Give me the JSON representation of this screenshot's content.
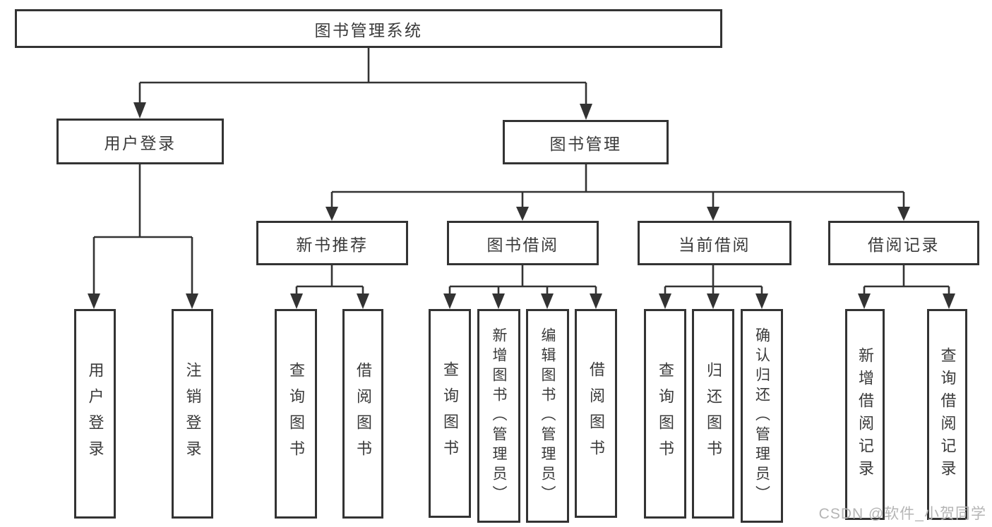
{
  "diagram": {
    "root": "图书管理系统",
    "branches": [
      {
        "label": "用户登录",
        "children": [
          "用户登录",
          "注销登录"
        ]
      },
      {
        "label": "图书管理",
        "children": [
          {
            "label": "新书推荐",
            "children": [
              "查询图书",
              "借阅图书"
            ]
          },
          {
            "label": "图书借阅",
            "children": [
              "查询图书",
              "新增图书（管理员）",
              "编辑图书（管理员）",
              "借阅图书"
            ]
          },
          {
            "label": "当前借阅",
            "children": [
              "查询图书",
              "归还图书",
              "确认归还（管理员）"
            ]
          },
          {
            "label": "借阅记录",
            "children": [
              "新增借阅记录",
              "查询借阅记录"
            ]
          }
        ]
      }
    ]
  },
  "watermark": {
    "text": "CSDN @软件_小贺同学"
  },
  "colors": {
    "line": "#333333",
    "text": "#3a3a3a",
    "watermark": "#b5b5b5",
    "background": "#ffffff"
  }
}
